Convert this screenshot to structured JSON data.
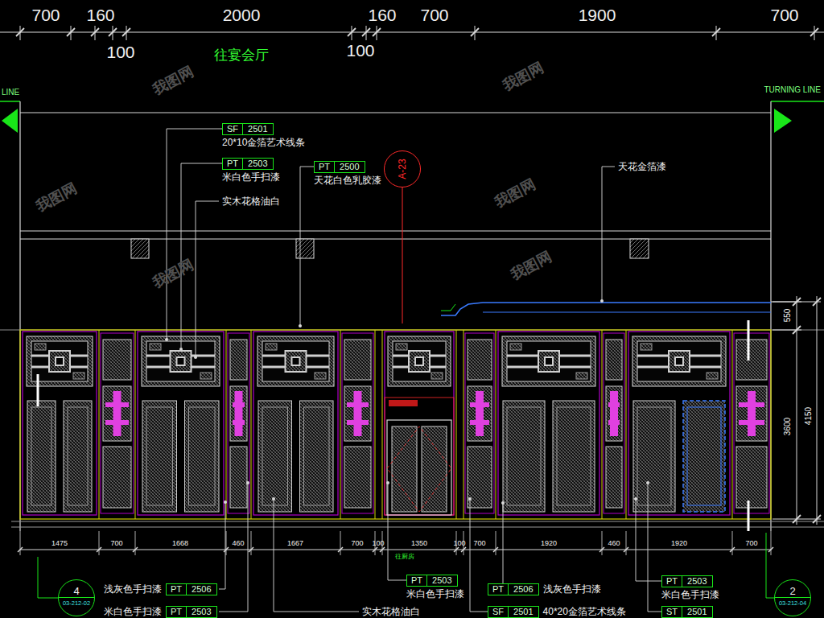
{
  "diagram": {
    "nodes": [
      {
        "text": [
          "SF",
          "2501",
          "20*10金箔艺术线条"
        ]
      },
      {
        "text": [
          "PT",
          "2503",
          "米白色手扫漆"
        ]
      },
      {
        "text": [
          "PT",
          "2500",
          "天花白色乳胶漆"
        ]
      },
      {
        "text": [
          "A-23"
        ]
      },
      {
        "text": [
          "4",
          "03-212-02"
        ]
      },
      {
        "text": [
          "浅灰色手扫漆",
          "PT",
          "2506"
        ]
      },
      {
        "text": [
          "米白色手扫漆",
          "PT",
          "2503"
        ]
      },
      {
        "text": [
          "PT",
          "2503",
          "米白色手扫漆"
        ]
      },
      {
        "text": [
          "PT",
          "2506",
          "浅灰色手扫漆"
        ]
      },
      {
        "text": [
          "PT",
          "2503",
          "米白色手扫漆"
        ]
      },
      {
        "text": [
          "SF",
          "2501",
          "40*20金箔艺术线条"
        ]
      },
      {
        "text": [
          "ST",
          "2501"
        ]
      },
      {
        "text": [
          "2",
          "03-212-04"
        ]
      }
    ],
    "labels": [
      "700",
      "160",
      "2000",
      "160",
      "700",
      "1900",
      "700",
      "100",
      "100",
      "往宴会厅",
      "LINE",
      "TURNING LINE",
      "实木花格油白",
      "天花金箔漆",
      "550",
      "3600",
      "4150",
      "1475",
      "700",
      "1668",
      "460",
      "1667",
      "700",
      "100",
      "1350",
      "100",
      "700",
      "1920",
      "460",
      "1920",
      "700",
      "往厨房",
      "实木花格油白",
      "我图网",
      "我图网",
      "我图网",
      "我图网",
      "我图网",
      "我图网"
    ]
  }
}
